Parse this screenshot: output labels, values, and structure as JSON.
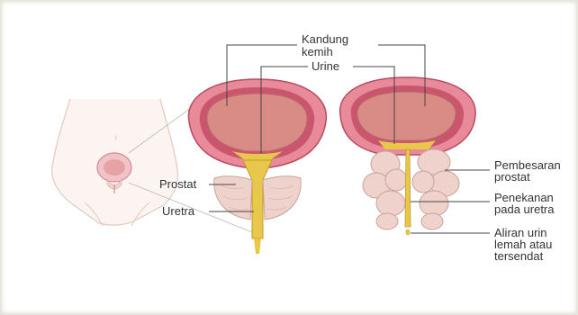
{
  "labels": {
    "bladder_line1": "Kandung",
    "bladder_line2": "kemih",
    "urine": "Urine",
    "prostate": "Prostat",
    "urethra": "Uretra",
    "enlarged_line1": "Pembesaran",
    "enlarged_line2": "prostat",
    "compression_line1": "Penekanan",
    "compression_line2": "pada uretra",
    "weakflow_line1": "Aliran urin",
    "weakflow_line2": "lemah atau",
    "weakflow_line3": "tersendat"
  },
  "colors": {
    "bladder_wall": "#e88a9a",
    "bladder_wall_dark": "#c9566c",
    "bladder_inner": "#d98b86",
    "urine": "#e8c84a",
    "prostate": "#f0d2cc",
    "body_outline": "#e3c9bf",
    "leader_line": "#444444"
  }
}
